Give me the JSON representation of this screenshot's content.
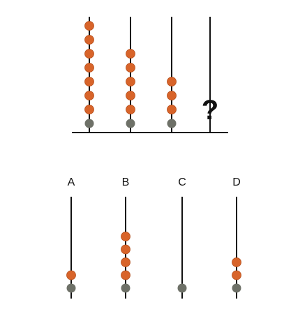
{
  "colors": {
    "rod": "#111111",
    "base_bead": "#6e7168",
    "counter_bead": "#d8642a",
    "counter_bead_edge": "#b44f1d"
  },
  "puzzle": {
    "rods": [
      {
        "orange_beads": 7,
        "gray_beads": 1
      },
      {
        "orange_beads": 5,
        "gray_beads": 1
      },
      {
        "orange_beads": 3,
        "gray_beads": 1
      },
      {
        "orange_beads": null,
        "gray_beads": null
      }
    ],
    "question_mark": "?"
  },
  "options": [
    {
      "label": "A",
      "orange_beads": 1,
      "gray_beads": 1
    },
    {
      "label": "B",
      "orange_beads": 4,
      "gray_beads": 1
    },
    {
      "label": "C",
      "orange_beads": 0,
      "gray_beads": 1
    },
    {
      "label": "D",
      "orange_beads": 2,
      "gray_beads": 1
    }
  ]
}
